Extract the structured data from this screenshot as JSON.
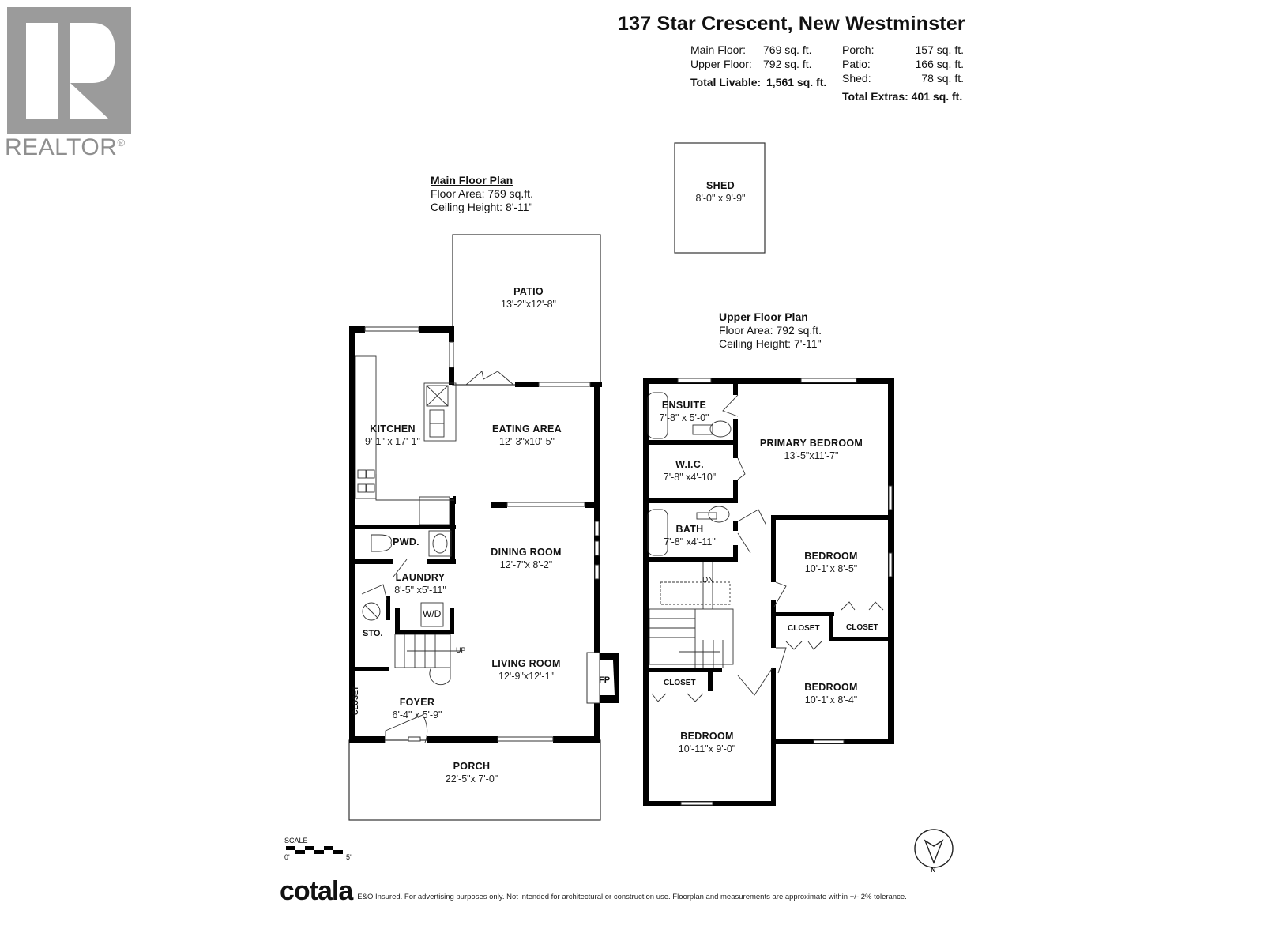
{
  "logo": {
    "name": "REALTOR",
    "mark": "®",
    "color": "#9b9b9b"
  },
  "header": {
    "address": "137 Star Crescent, New Westminster",
    "livable": [
      {
        "label": "Main Floor:",
        "value": "769",
        "unit": "sq. ft."
      },
      {
        "label": "Upper Floor:",
        "value": "792",
        "unit": "sq. ft."
      }
    ],
    "total_livable": {
      "label": "Total Livable:",
      "value": "1,561 sq. ft."
    },
    "extras": [
      {
        "label": "Porch:",
        "value": "157",
        "unit": "sq. ft."
      },
      {
        "label": "Patio:",
        "value": "166",
        "unit": "sq. ft."
      },
      {
        "label": "Shed:",
        "value": "78",
        "unit": "sq. ft."
      }
    ],
    "total_extras": {
      "label": "Total Extras:",
      "value": "401 sq. ft."
    }
  },
  "main_floor": {
    "title": "Main Floor Plan",
    "area": "Floor Area: 769 sq.ft.",
    "ceiling": "Ceiling Height: 8'-11\"",
    "rooms": [
      {
        "name": "PATIO",
        "dims": "13'-2\"x12'-8\""
      },
      {
        "name": "KITCHEN",
        "dims": "9'-1\" x 17'-1\""
      },
      {
        "name": "EATING AREA",
        "dims": "12'-3\"x10'-5\""
      },
      {
        "name": "PWD.",
        "dims": ""
      },
      {
        "name": "DINING ROOM",
        "dims": "12'-7\"x 8'-2\""
      },
      {
        "name": "LAUNDRY",
        "dims": "8'-5\" x5'-11\""
      },
      {
        "name": "LIVING ROOM",
        "dims": "12'-9\"x12'-1\""
      },
      {
        "name": "FOYER",
        "dims": "6'-4\" x 5'-9\""
      },
      {
        "name": "PORCH",
        "dims": "22'-5\"x 7'-0\""
      }
    ],
    "labels": {
      "sto": "STO.",
      "wd": "W/D",
      "up": "UP",
      "fp": "FP",
      "closet": "CLOSET"
    }
  },
  "shed": {
    "name": "SHED",
    "dims": "8'-0\" x 9'-9\""
  },
  "upper_floor": {
    "title": "Upper Floor Plan",
    "area": "Floor Area: 792 sq.ft.",
    "ceiling": "Ceiling Height: 7'-11\"",
    "rooms": [
      {
        "name": "ENSUITE",
        "dims": "7'-8\" x 5'-0\""
      },
      {
        "name": "PRIMARY BEDROOM",
        "dims": "13'-5\"x11'-7\""
      },
      {
        "name": "W.I.C.",
        "dims": "7'-8\" x4'-10\""
      },
      {
        "name": "BATH",
        "dims": "7'-8\" x4'-11\""
      },
      {
        "name": "BEDROOM",
        "dims": "10'-1\"x 8'-5\""
      },
      {
        "name": "BEDROOM",
        "dims": "10'-1\"x 8'-4\""
      },
      {
        "name": "BEDROOM",
        "dims": "10'-11\"x 9'-0\""
      }
    ],
    "labels": {
      "closet": "CLOSET",
      "dn": "DN"
    }
  },
  "scale": {
    "label": "SCALE",
    "start": "0'",
    "end": "5'"
  },
  "compass": {
    "label": "N"
  },
  "footer": {
    "brand": "cotala",
    "disclaimer": "E&O Insured. For advertising purposes only. Not intended for architectural or construction use. Floorplan and measurements are approximate within +/- 2% tolerance."
  }
}
